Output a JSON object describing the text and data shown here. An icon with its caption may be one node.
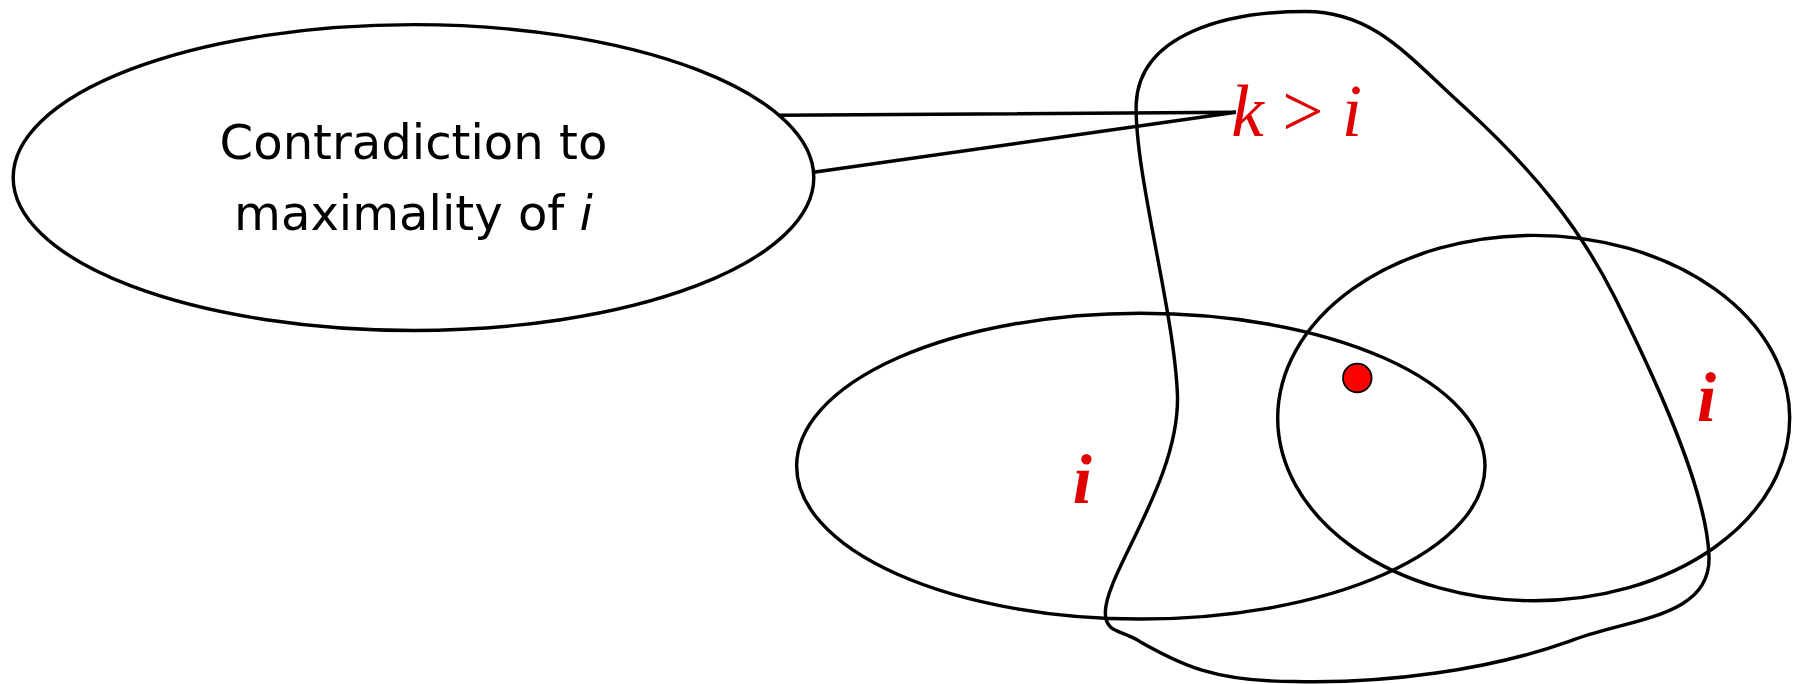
{
  "diagram": {
    "nodes": [
      {
        "text": [
          "Contradiction to maximality of *i*"
        ]
      },
      {
        "text": [],
        "shape": "blob"
      },
      {
        "text": [
          "*k* > *i*"
        ],
        "in": 1
      },
      {
        "text": [
          "i"
        ]
      },
      {
        "text": [
          "i"
        ]
      }
    ],
    "edges": [
      {
        "from": 0,
        "to": 2,
        "arrow": "none"
      }
    ]
  }
}
